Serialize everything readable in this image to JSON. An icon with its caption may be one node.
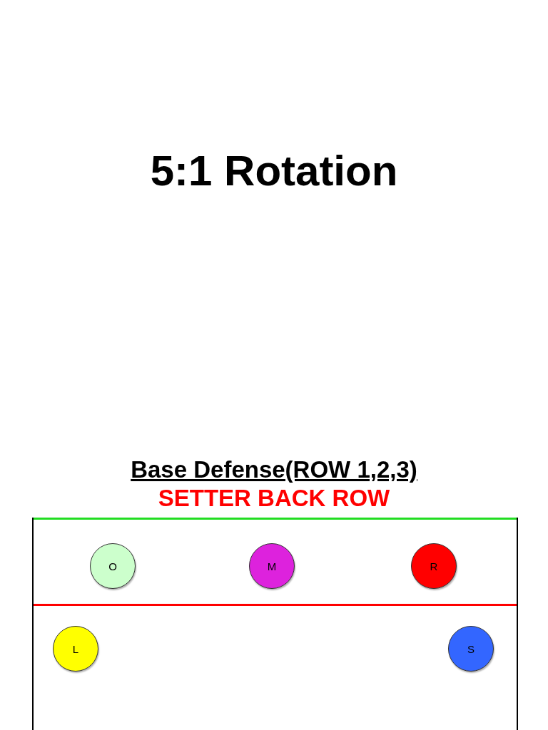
{
  "diagram": {
    "title": "5:1 Rotation",
    "nodes": [
      {
        "text": [],
        "shape": "box"
      },
      {
        "text": [
          "O"
        ],
        "in": 0
      },
      {
        "text": [
          "M"
        ],
        "in": 0
      },
      {
        "text": [
          "R"
        ],
        "in": 0
      },
      {
        "text": [
          "L"
        ],
        "in": 0
      },
      {
        "text": [
          "S"
        ],
        "in": 0
      }
    ],
    "labels": [
      "Base Defense(ROW 1,2,3)",
      "SETTER BACK ROW"
    ]
  }
}
